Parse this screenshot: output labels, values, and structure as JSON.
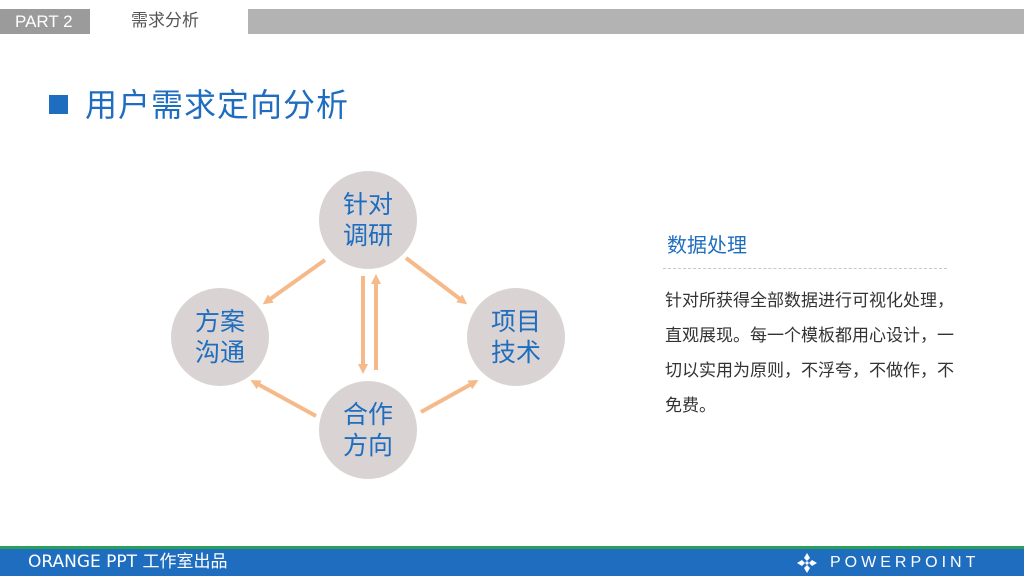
{
  "header": {
    "part_label": "PART 2",
    "section_name": "需求分析"
  },
  "title": "用户需求定向分析",
  "diagram": {
    "nodes": [
      {
        "line1": "针对",
        "line2": "调研"
      },
      {
        "line1": "方案",
        "line2": "沟通"
      },
      {
        "line1": "项目",
        "line2": "技术"
      },
      {
        "line1": "合作",
        "line2": "方向"
      }
    ],
    "arrow_color": "#f5b98a",
    "node_color": "#d9d3d3",
    "text_color": "#1f6dbf"
  },
  "side_panel": {
    "heading": "数据处理",
    "body": "针对所获得全部数据进行可视化处理，直观展现。每一个模板都用心设计，一切以实用为原则，不浮夸，不做作，不免费。"
  },
  "footer": {
    "left_text": "ORANGE PPT 工作室出品",
    "right_text": "POWERPOINT",
    "logo_icon": "flower-logo-icon"
  },
  "colors": {
    "accent": "#1f6dbf",
    "footer_bar": "#1f6dbf",
    "footer_line": "#2aa05a",
    "header_gray": "#9b9b9b"
  }
}
